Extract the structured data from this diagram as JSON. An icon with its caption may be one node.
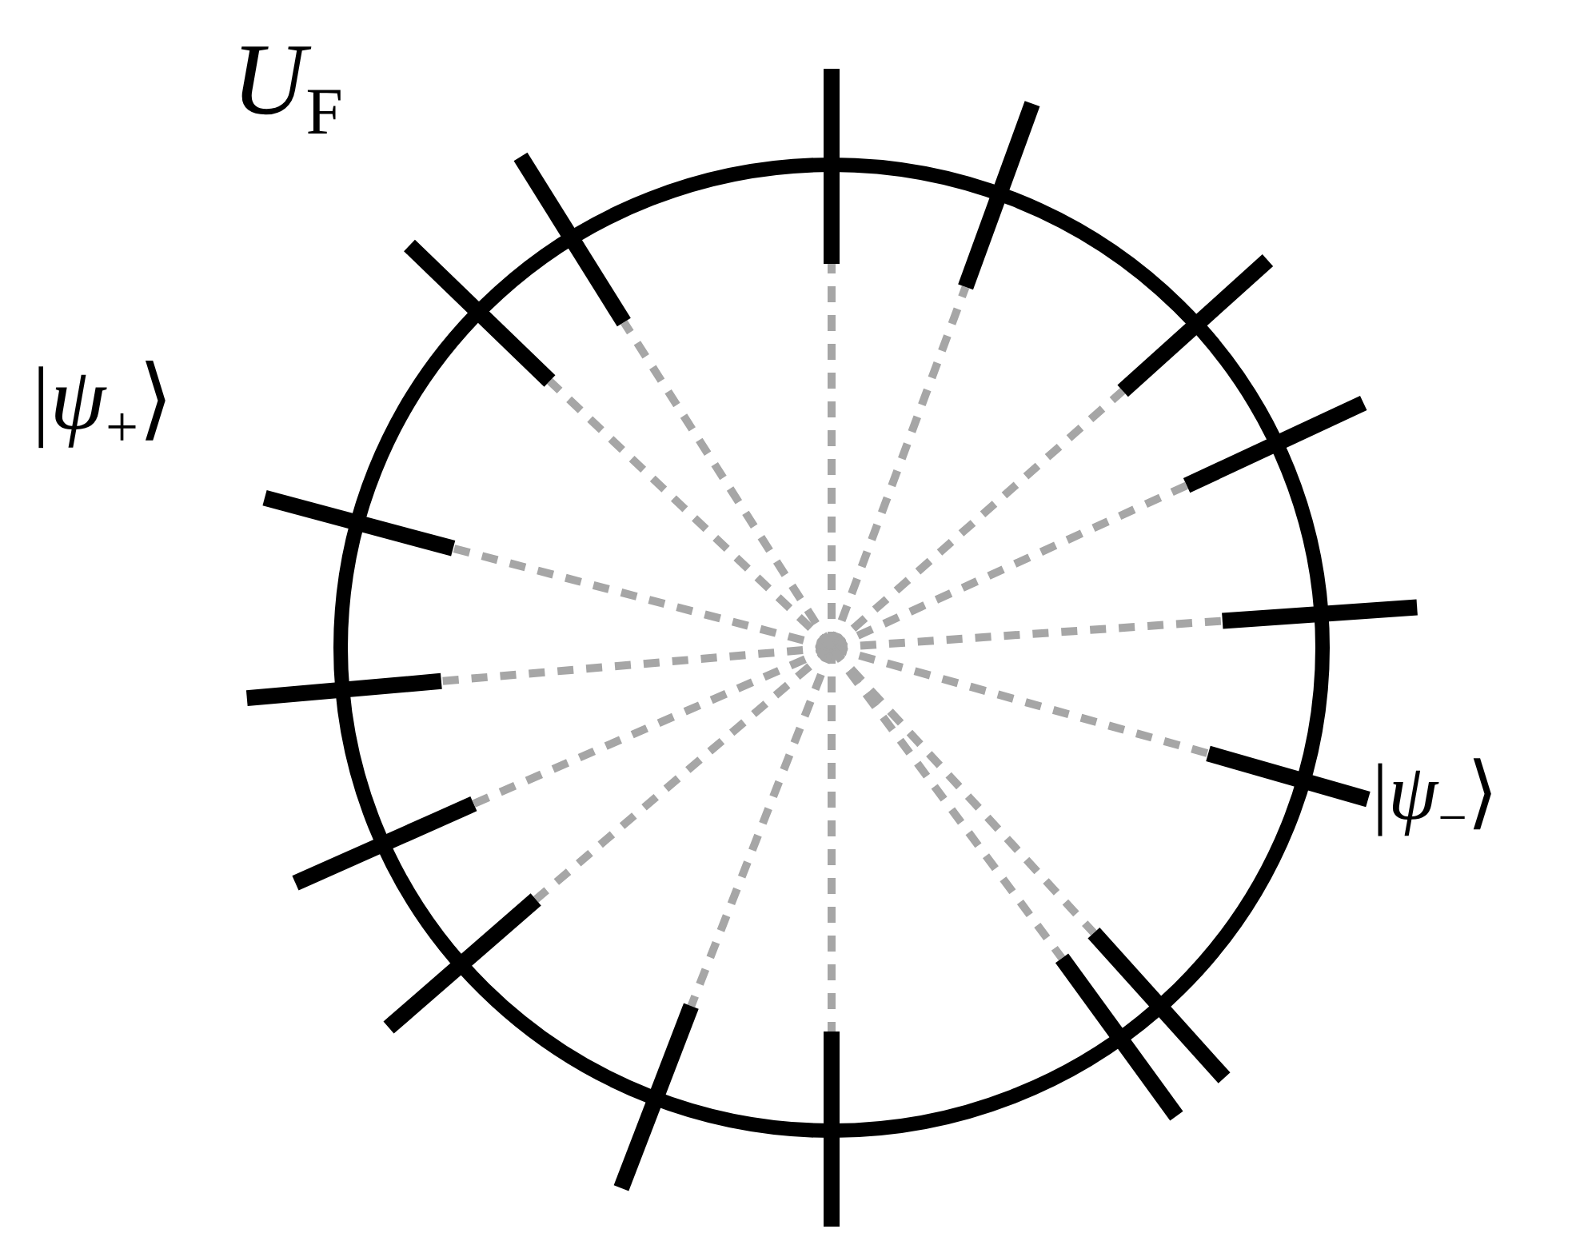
{
  "diagram": {
    "labels": [
      "*U*$_{F}$",
      "|*ψ*$_{+}$⟩",
      "|*ψ*$_{−}$⟩"
    ]
  }
}
